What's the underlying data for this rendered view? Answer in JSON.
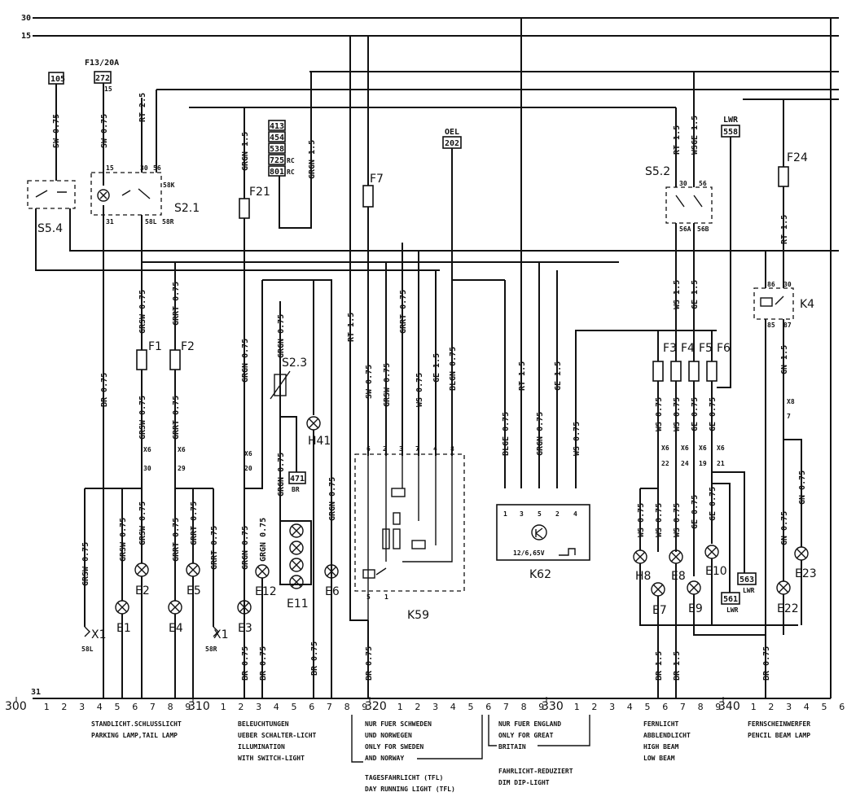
{
  "rails": {
    "r30": "30",
    "r15": "15",
    "r31": "31"
  },
  "components": {
    "s54": "S5.4",
    "s21": "S2.1",
    "s52": "S5.2",
    "s23": "S2.3",
    "k4": "K4",
    "k59": "K59",
    "k62": "K62",
    "h41": "H41",
    "h8": "H8",
    "e1": "E1",
    "e2": "E2",
    "e3": "E3",
    "e4": "E4",
    "e5": "E5",
    "e6": "E6",
    "e7": "E7",
    "e8": "E8",
    "e9": "E9",
    "e10": "E10",
    "e11": "E11",
    "e12": "E12",
    "e22": "E22",
    "e23": "E23",
    "x1a": "X1",
    "x1b": "X1",
    "f1": "F1",
    "f2": "F2",
    "f3": "F3",
    "f4": "F4",
    "f5": "F5",
    "f6": "F6",
    "f7": "F7",
    "f21": "F21",
    "f24": "F24",
    "f13": "F13/20A",
    "k62_spec": "12/6,65V"
  },
  "refs": {
    "r105": "105",
    "r272": "272",
    "r413": "413",
    "r454": "454",
    "r538": "538",
    "r725": "725",
    "r801": "801",
    "r202": "202",
    "r558": "558",
    "r471": "471",
    "r563": "563",
    "r561": "561",
    "oel": "OEL",
    "lwr": "LWR",
    "lwr2": "LWR",
    "lwr3": "LWR",
    "br": "BR",
    "rc1": "RC",
    "rc2": "RC"
  },
  "wire_labels": {
    "sw075": "SW 0.75",
    "rt25": "RT 2.5",
    "rt15": "RT 1.5",
    "grgn15": "GRGN 1.5",
    "grgn075": "GRGN 0.75",
    "grsw075": "GRSW 0.75",
    "grrt075": "GRRT 0.75",
    "br075": "BR 0.75",
    "br15": "BR 1.5",
    "ws075": "WS 0.75",
    "ws15": "WS 1.5",
    "ge075": "GE 0.75",
    "ge15": "GE 1.5",
    "blgn075": "BLGN 0.75",
    "blge075": "BLGE 0.75",
    "wsge15": "WSGE 1.5",
    "gn075": "GN 0.75",
    "gn15": "GN 1.5"
  },
  "pins": {
    "p15": "15",
    "p30": "30",
    "p56": "56",
    "p31": "31",
    "p58k": "58K",
    "p58l": "58L",
    "p58r": "58R",
    "p56a": "56A",
    "p56b": "56B",
    "p86": "86",
    "p85": "85",
    "p87": "87",
    "x6": "X6",
    "x8": "X8",
    "c30": "30",
    "c29": "29",
    "c20": "20",
    "c22": "22",
    "c24": "24",
    "c19": "19",
    "c21": "21",
    "c7": "7",
    "x1_58l": "58L",
    "x1_58r": "58R"
  },
  "scale": {
    "majors": [
      "300",
      "310",
      "320",
      "330",
      "340"
    ],
    "digits": [
      "1",
      "2",
      "3",
      "4",
      "5",
      "6",
      "7",
      "8",
      "9"
    ]
  },
  "captions": {
    "c1a": "STANDLICHT.SCHLUSSLICHT",
    "c1b": "PARKING LAMP,TAIL LAMP",
    "c2a": "BELEUCHTUNGEN",
    "c2b": "UEBER SCHALTER-LICHT",
    "c2c": "ILLUMINATION",
    "c2d": "WITH SWITCH-LIGHT",
    "c3a": "NUR FUER SCHWEDEN",
    "c3b": "UND NORWEGEN",
    "c3c": "ONLY FOR SWEDEN",
    "c3d": "AND NORWAY",
    "c3e": "TAGESFAHRLICHT (TFL)",
    "c3f": "DAY RUNNING LIGHT (TFL)",
    "c4a": "NUR FUER ENGLAND",
    "c4b": "ONLY FOR GREAT",
    "c4c": "BRITAIN",
    "c4d": "FAHRLICHT-REDUZIERT",
    "c4e": "DIM DIP-LIGHT",
    "c5a": "FERNLICHT",
    "c5b": "ABBLENDLICHT",
    "c5c": "HIGH BEAM",
    "c5d": "LOW BEAM",
    "c6a": "FERNSCHEINWERFER",
    "c6b": "PENCIL BEAM LAMP"
  }
}
